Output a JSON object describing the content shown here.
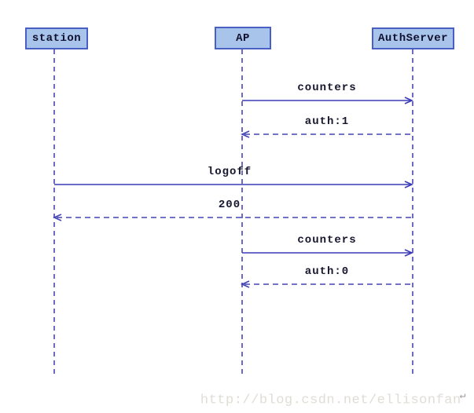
{
  "diagram": {
    "type": "sequence-diagram",
    "actors": [
      {
        "id": "station",
        "label": "station"
      },
      {
        "id": "ap",
        "label": "AP"
      },
      {
        "id": "authserver",
        "label": "AuthServer"
      }
    ],
    "messages": [
      {
        "label": "counters",
        "from": "AP",
        "to": "AuthServer",
        "line": "solid"
      },
      {
        "label": "auth:1",
        "from": "AuthServer",
        "to": "AP",
        "line": "dashed"
      },
      {
        "label": "logoff",
        "from": "station",
        "to": "AuthServer",
        "line": "solid"
      },
      {
        "label": "200",
        "from": "AuthServer",
        "to": "station",
        "line": "dashed"
      },
      {
        "label": "counters",
        "from": "AP",
        "to": "AuthServer",
        "line": "solid"
      },
      {
        "label": "auth:0",
        "from": "AuthServer",
        "to": "AP",
        "line": "dashed"
      }
    ],
    "colors": {
      "actor_fill": "#a9c4ea",
      "actor_border": "#4a5fc4",
      "actor_text": "#10102e",
      "solid_arrow": "#3a3ab8",
      "dashed_arrow": "#4444b4",
      "lifeline": "#6b6bc4",
      "label_text": "#16162e",
      "background": "#ffffff"
    }
  },
  "watermark": {
    "text": "http://blog.csdn.net/ellisonfan",
    "return_symbol": "↵"
  }
}
